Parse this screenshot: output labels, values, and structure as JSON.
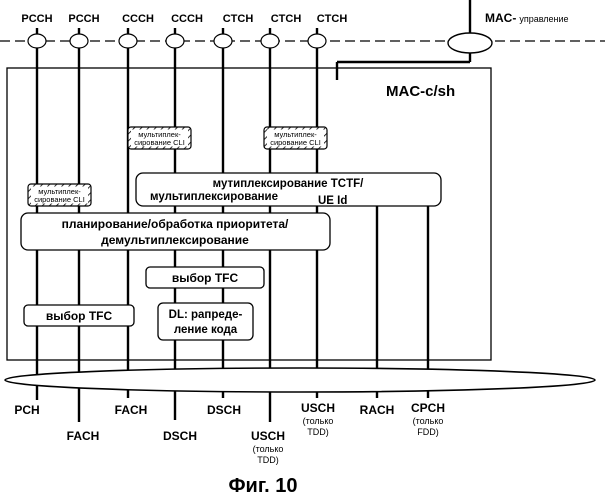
{
  "top_channels": {
    "pcch1": "PCCH",
    "pcch2": "PCCH",
    "ccch1": "CCCH",
    "ccch2": "CCCH",
    "ctch1": "CTCH",
    "ctch2": "CTCH",
    "ctch3": "CTCH"
  },
  "mac_control": {
    "label": "MAC-",
    "sublabel": "управление"
  },
  "entity": {
    "title": "MAC-c/sh"
  },
  "blocks": {
    "cli_mux_line1": "мультиплек-",
    "cli_mux_line2": "сирование CLI",
    "tctf_line1": "мутиплексирование TCTF/",
    "tctf_line2": "мультиплексирование",
    "tctf_line3": "UE Id",
    "sched_line1": "планирование/обработка приоритета/",
    "sched_line2": "демультиплексирование",
    "tfc_select": "выбор TFC",
    "dl_code_line1": "DL: рапреде-",
    "dl_code_line2": "ление кода"
  },
  "bottom_channels": {
    "pch": "PCH",
    "fach1": "FACH",
    "fach2": "FACH",
    "dsch1": "DSCH",
    "dsch2": "DSCH",
    "usch1": "USCH",
    "usch2": "USCH",
    "rach": "RACH",
    "cpch": "CPCH",
    "tdd_only_1": "(только",
    "tdd_only_2": "TDD)",
    "fdd_only_1": "(только",
    "fdd_only_2": "FDD)"
  },
  "figure": {
    "caption": "Фиг. 10"
  }
}
